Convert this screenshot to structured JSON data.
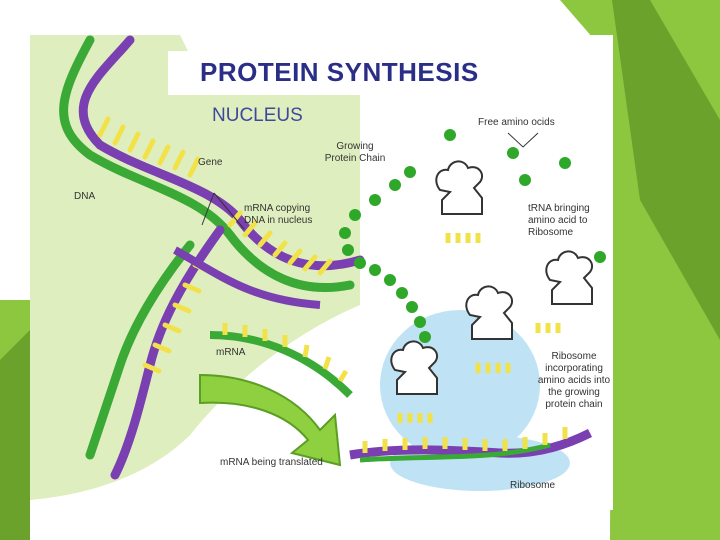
{
  "slide": {
    "title": "PROTEIN SYNTHESIS",
    "region_label": "NUCLEUS",
    "labels": {
      "free_amino_acids": "Free amino ocids",
      "growing_chain_1": "Growing",
      "growing_chain_2": "Protein Chain",
      "gene": "Gene",
      "dna": "DNA",
      "mrna_copying_1": "mRNA copying",
      "mrna_copying_2": "DNA in nucleus",
      "trna_1": "tRNA bringing",
      "trna_2": "amino acid to",
      "trna_3": "Ribosome",
      "mrna": "mRNA",
      "ribosome_inc_1": "Ribosome",
      "ribosome_inc_2": "incorporating",
      "ribosome_inc_3": "amino acids into",
      "ribosome_inc_4": "the growing",
      "ribosome_inc_5": "protein chain",
      "mrna_translated": "mRNA being translated",
      "ribosome": "Ribosome"
    }
  },
  "colors": {
    "slide_green_light": "#8dc63f",
    "slide_green_dark": "#6aa22c",
    "nucleus_fill": "#dfeebf",
    "dna_green": "#3aa935",
    "dna_purple": "#7a3fb0",
    "base_yellow": "#f2e24a",
    "amino_acid_green": "#2fa82a",
    "ribosome_blue": "#bfe3f4",
    "trna_white": "#ffffff",
    "title_text": "#2a2e86"
  },
  "icons": [
    "dna-double-helix",
    "trna-molecule",
    "ribosome",
    "translation-arrow",
    "amino-acid-bead"
  ]
}
